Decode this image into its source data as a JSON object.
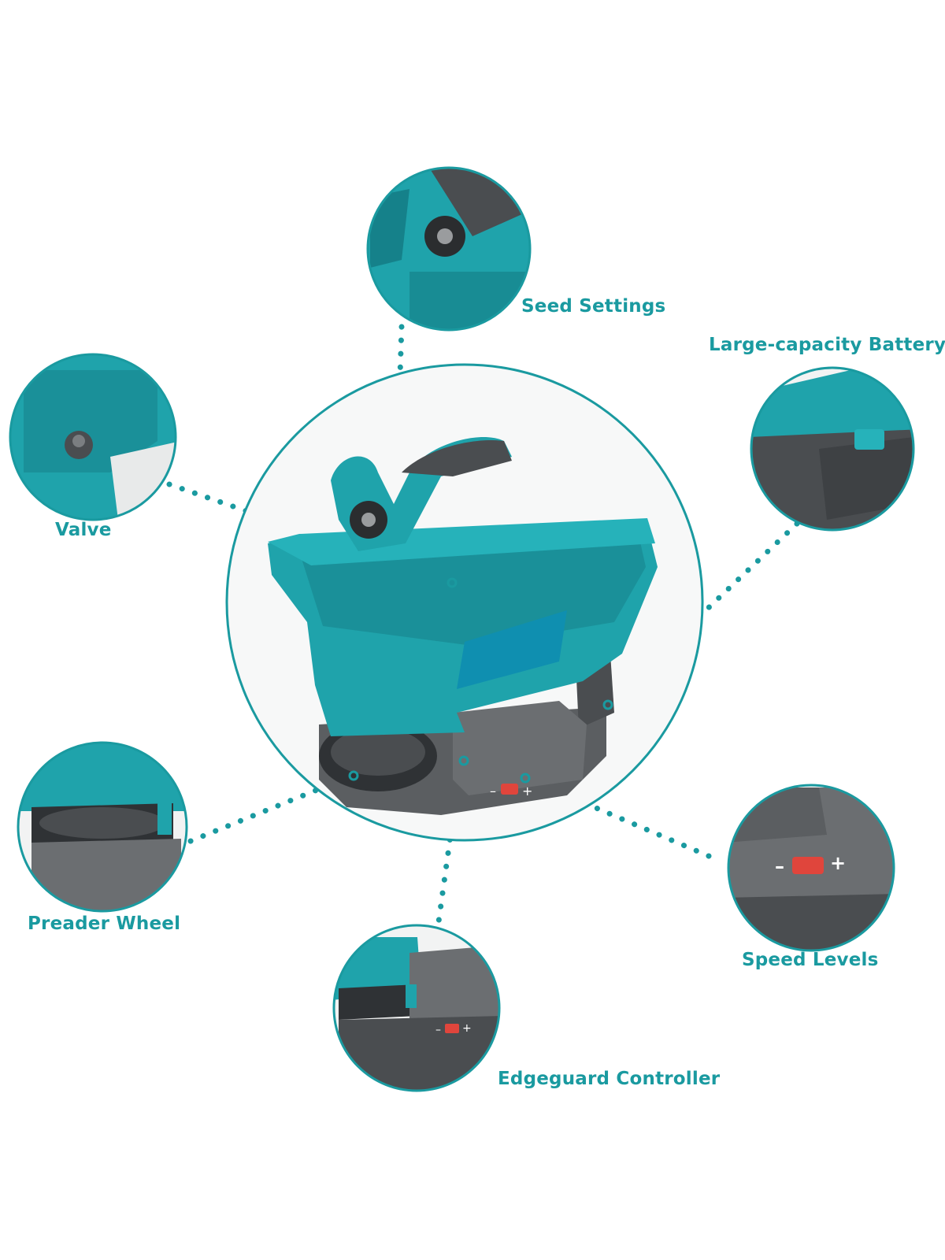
{
  "colors": {
    "accent": "#1a9aa0",
    "body_teal": "#1fa3ab",
    "body_dark": "#15818a",
    "gray": "#5b5e61",
    "gray_dark": "#3e4144",
    "switch_red": "#e0453c"
  },
  "callouts": {
    "seed_settings": "Seed Settings",
    "large_capacity_battery": "Large-capacity Battery",
    "valve": "Valve",
    "preader_wheel": "Preader Wheel",
    "speed_levels": "Speed Levels",
    "edgeguard_controller": "Edgeguard Controller"
  }
}
